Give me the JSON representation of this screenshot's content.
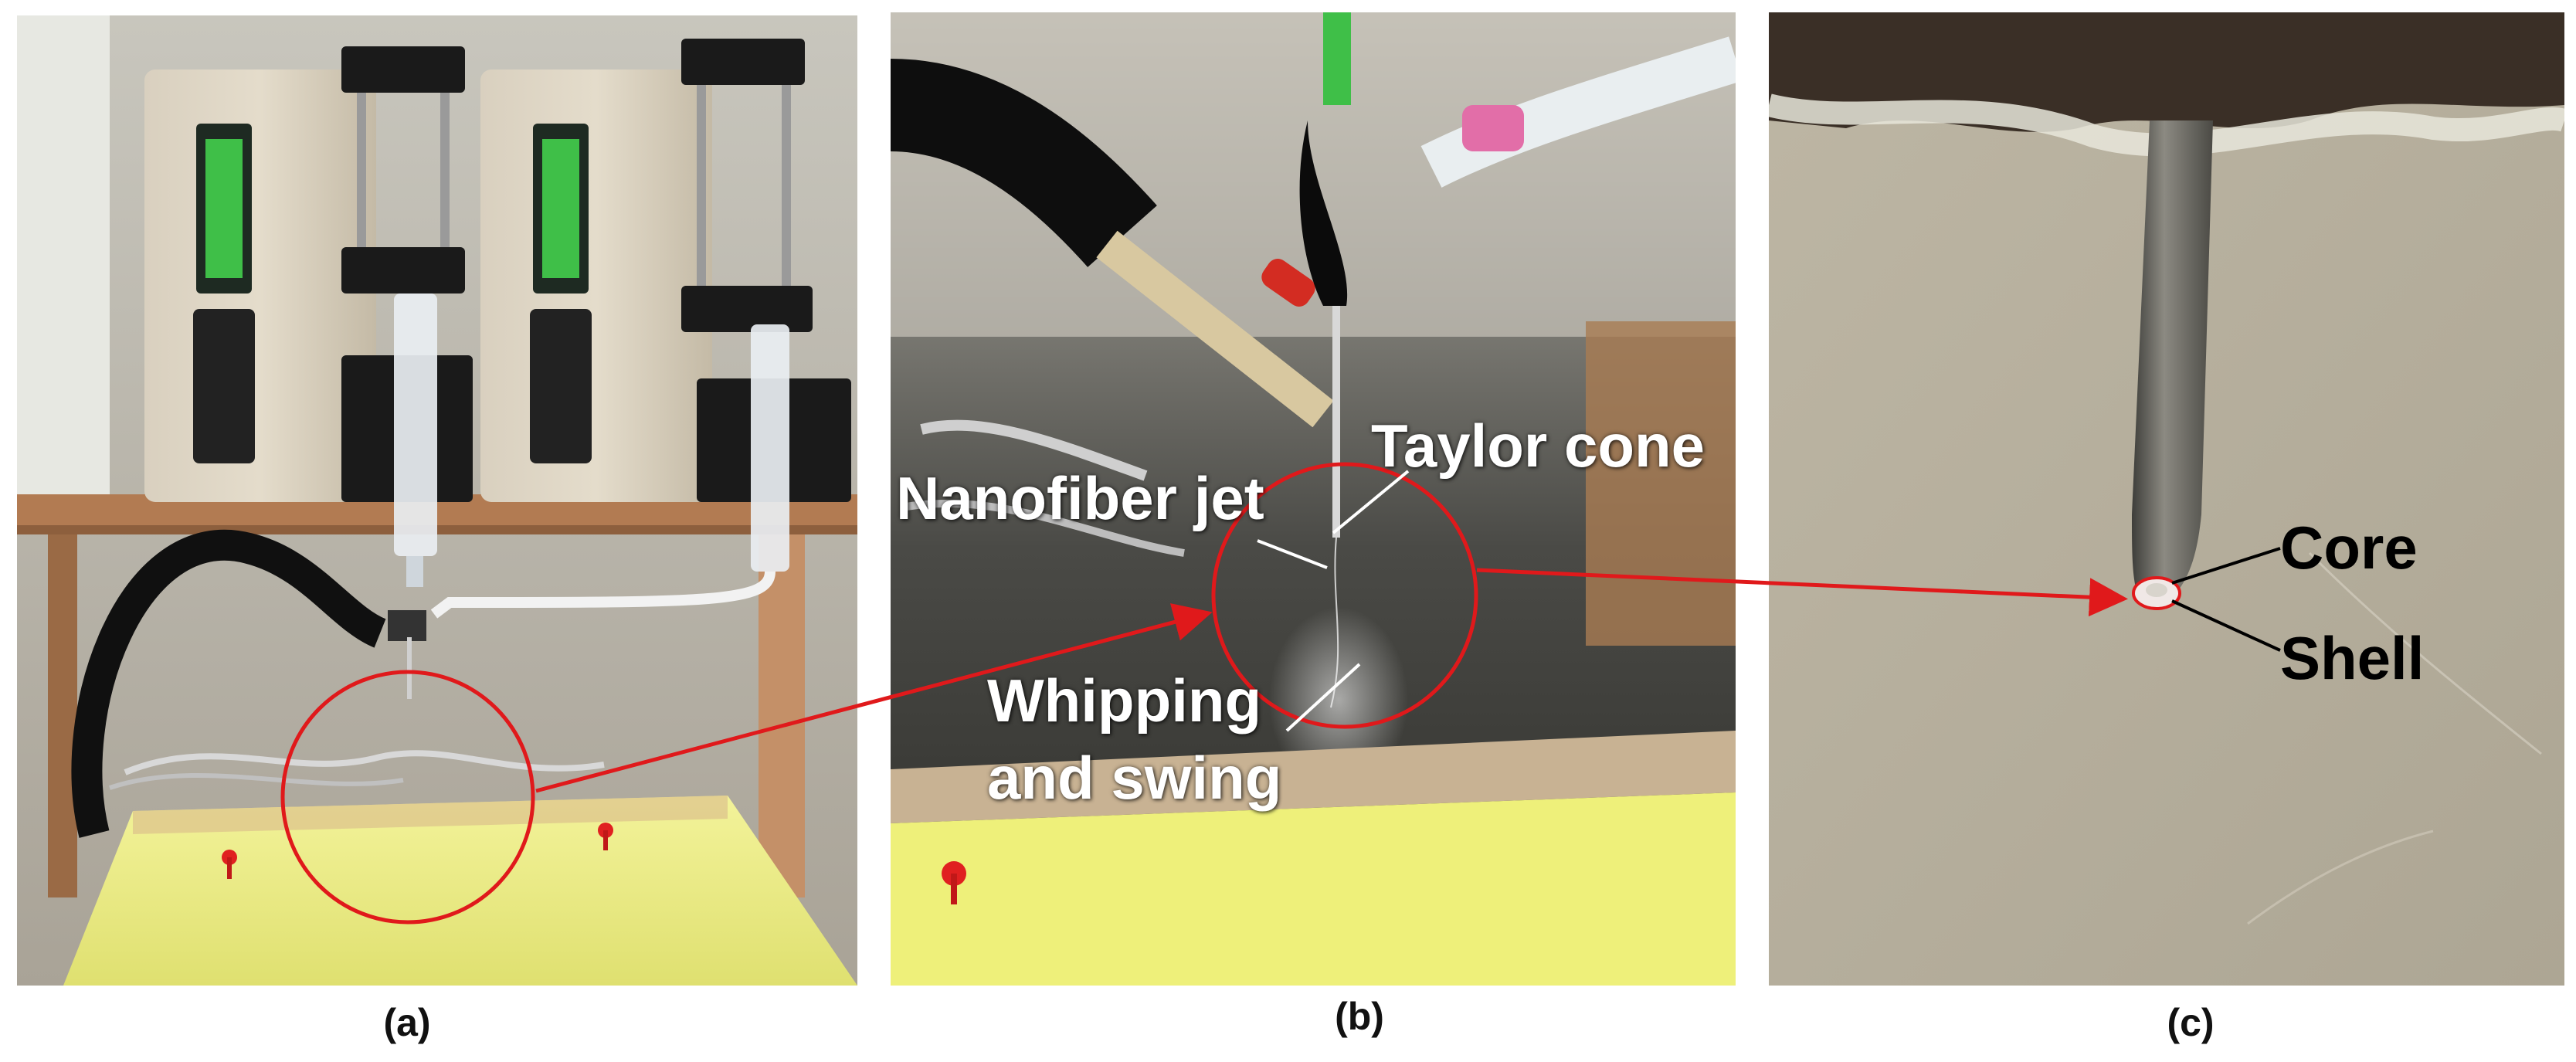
{
  "panels": [
    {
      "caption": "(a)"
    },
    {
      "caption": "(b)"
    },
    {
      "caption": "(c)"
    }
  ],
  "labels_b": {
    "taylor_cone": "Taylor cone",
    "nanofiber_jet": "Nanofiber jet",
    "whipping_line1": "Whipping",
    "whipping_line2": "and swing"
  },
  "labels_c": {
    "core": "Core",
    "shell": "Shell"
  },
  "colors": {
    "highlight_circle": "#e0191b",
    "arrow": "#e0191b",
    "wall": "#c9c4b8",
    "pump_body": "#d8cfbf",
    "pump_display": "#49c44e",
    "collector_paper": "#eef07a",
    "background_c": "#b6ae9c"
  }
}
